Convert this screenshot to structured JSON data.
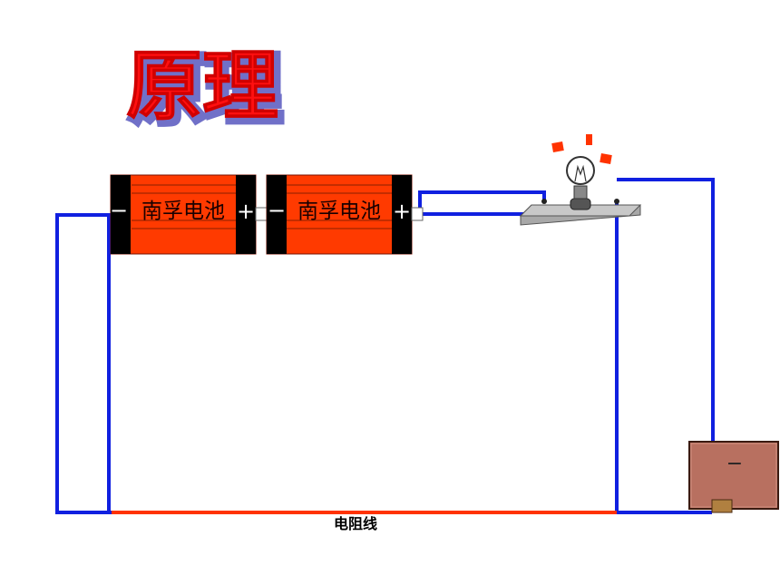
{
  "title": "原理",
  "batteries": [
    {
      "label": "南孚电池",
      "negative": "−",
      "positive": "+"
    },
    {
      "label": "南孚电池",
      "negative": "−",
      "positive": "+"
    }
  ],
  "resistance_wire_label": "电阻线",
  "box_sign": "−",
  "colors": {
    "wire": "#1020e0",
    "resistance_wire": "#ff3300",
    "battery_body": "#ff3a00",
    "battery_cap": "#000000",
    "title_fill": "#ff1010",
    "title_outline": "#7070c8",
    "lamp_base": "#a8a8a8",
    "box": "#b87060",
    "spark": "#ff3300"
  },
  "icons": [
    "light-bulb-icon",
    "spark-icon"
  ]
}
